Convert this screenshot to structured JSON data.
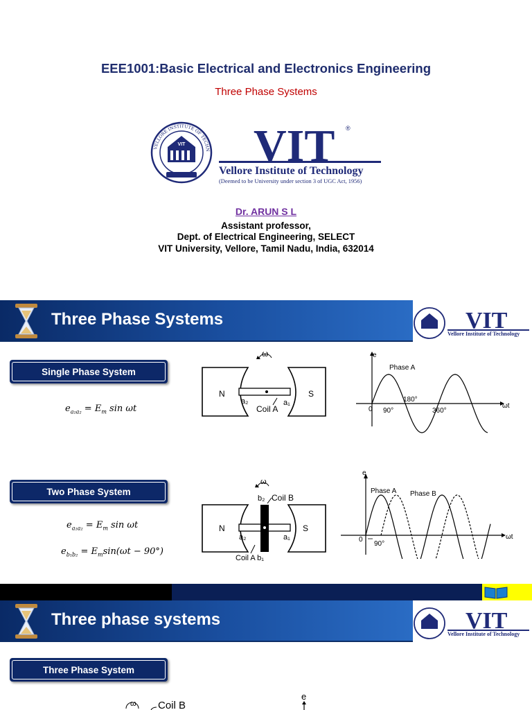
{
  "slide1": {
    "title": "EEE1001:Basic Electrical and Electronics Engineering",
    "subtitle": "Three Phase Systems",
    "logo": {
      "wordmark": "VIT",
      "registered": "®",
      "name": "Vellore Institute of Technology",
      "tagline": "(Deemed to be University under section 3 of UGC Act, 1956)",
      "seal_text": "VELLORE INSTITUTE OF TECHNOLOGY"
    },
    "author": "Dr. ARUN S L",
    "role": "Assistant professor,",
    "dept": "Dept. of Electrical Engineering, SELECT",
    "address": "VIT University, Vellore, Tamil Nadu, India, 632014"
  },
  "slide2": {
    "header": "Three Phase Systems",
    "header_logo": {
      "wordmark": "VIT",
      "name": "Vellore Institute of Technology"
    },
    "single": {
      "label": "Single Phase System",
      "eq1": {
        "lhs": "e",
        "sub": "a₁a₂",
        "rhs": " = E",
        "rhs_sub": "m",
        "tail": "sin ωt"
      },
      "machine": {
        "omega": "ω",
        "north": "N",
        "south": "S",
        "a2": "a₂",
        "a1": "a₁",
        "coil": "Coil A"
      },
      "wave": {
        "axis_y": "e",
        "axis_x": "ωt",
        "phase": "Phase A",
        "origin": "0",
        "t90": "90°",
        "t180": "180°",
        "t360": "360°"
      }
    },
    "two": {
      "label": "Two Phase System",
      "eq1": {
        "lhs": "e",
        "sub": "a₁a₂",
        "rhs": " = E",
        "rhs_sub": "m",
        "tail": "sin ωt"
      },
      "eq2": {
        "lhs": "e",
        "sub": "b₁b₂",
        "rhs": " = E",
        "rhs_sub": "m",
        "tail": "sin(ωt − 90°)"
      },
      "machine": {
        "omega": "ω",
        "north": "N",
        "south": "S",
        "a2": "a₂",
        "a1": "a₁",
        "b2": "b₂",
        "coilB": "Coil B",
        "coilA": "Coil A b₁"
      },
      "wave": {
        "axis_y": "e",
        "axis_x": "ωt",
        "phaseA": "Phase A",
        "phaseB": "Phase B",
        "origin": "0",
        "t90": "90°"
      }
    }
  },
  "slide3": {
    "header": "Three phase systems",
    "header_logo": {
      "wordmark": "VIT",
      "name": "Vellore Institute of Technology"
    },
    "label": "Three Phase System",
    "omega": "ω",
    "coilB": "Coil B",
    "axis_y": "e"
  },
  "colors": {
    "title_navy": "#1f2d6e",
    "subtitle_red": "#c00000",
    "author_purple": "#7030a0",
    "banner_blue": "#1a4fa0",
    "label_navy": "#0d2868",
    "logo_navy": "#1f2a78",
    "yellow": "#ffff00"
  },
  "icons": [
    "hourglass-icon",
    "book-icon",
    "vit-seal-icon"
  ]
}
